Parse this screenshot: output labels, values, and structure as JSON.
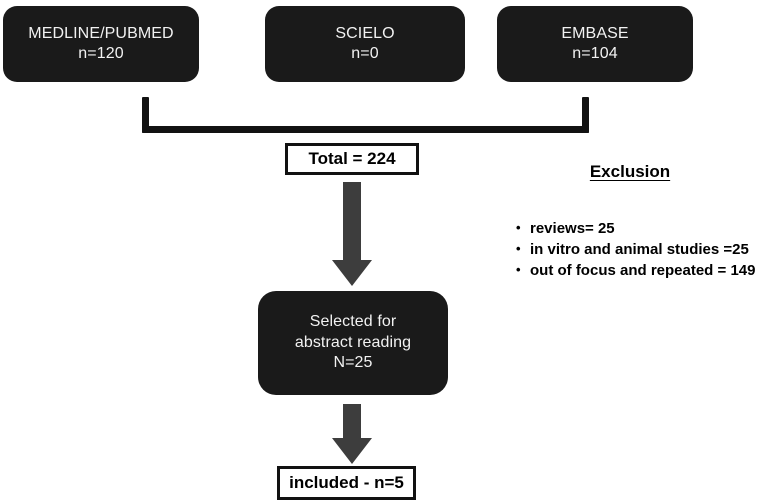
{
  "diagram": {
    "title": "Study selection flow diagram",
    "colors": {
      "box_fill_dark": "#1a1a1a",
      "box_text_light": "#f2f2f2",
      "outline_box_border": "#111111",
      "arrow_fill": "#3d3d3d",
      "bracket_fill": "#121212",
      "background": "#ffffff"
    }
  },
  "sources": [
    {
      "name": "MEDLINE/PUBMED",
      "count_label": "n=120"
    },
    {
      "name": "SCIELO",
      "count_label": "n=0"
    },
    {
      "name": "EMBASE",
      "count_label": "n=104"
    }
  ],
  "total": {
    "label": "Total = 224"
  },
  "selected": {
    "line1": "Selected for",
    "line2": "abstract reading",
    "line3": "N=25"
  },
  "included": {
    "label": "included - n=5"
  },
  "exclusion": {
    "title": "Exclusion",
    "items": [
      "reviews=  25",
      "in vitro  and animal studies =25",
      "out of focus and repeated  = 149"
    ]
  }
}
